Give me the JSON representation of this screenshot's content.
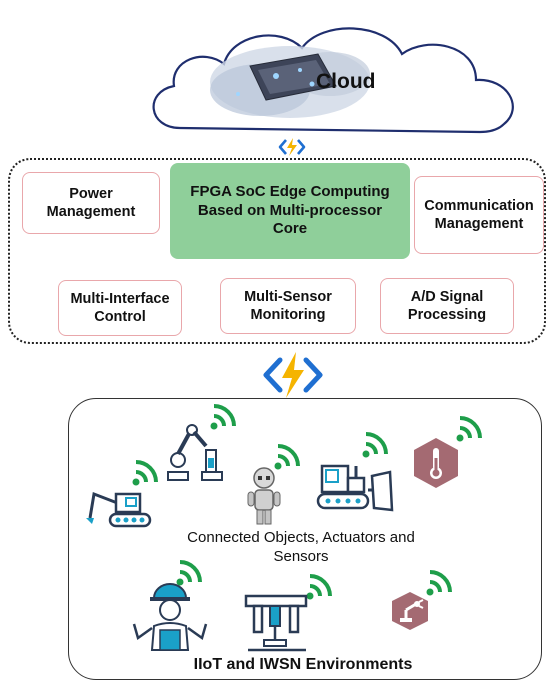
{
  "cloud": {
    "label": "Cloud"
  },
  "edge": {
    "center": "FPGA SoC Edge Computing Based on Multi-processor Core",
    "boxes": {
      "power": "Power Management",
      "communication": "Communication Management",
      "interface": "Multi-Interface Control",
      "sensor": "Multi-Sensor Monitoring",
      "signal": "A/D Signal Processing"
    }
  },
  "environment": {
    "objects_label": "Connected Objects, Actuators and Sensors",
    "title": "IIoT and IWSN Environments"
  },
  "colors": {
    "box_border": "#e9a7ab",
    "center_fill": "#8fcf9a",
    "wifi": "#1e9e4a",
    "lightning": "#f5b400",
    "chevron": "#1f6fd1",
    "hexagon": "#a46a72",
    "machine_blue": "#1aa0c8"
  }
}
